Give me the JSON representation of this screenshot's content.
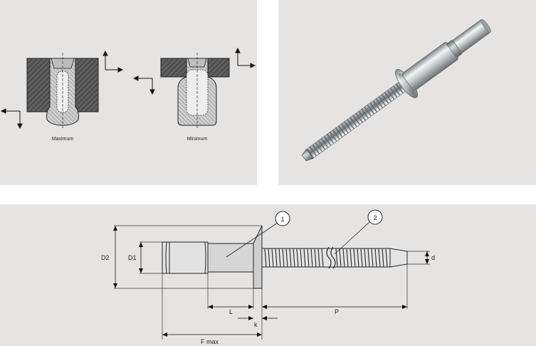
{
  "panels": {
    "installation": {
      "captions": {
        "maximum": "Maximum",
        "minimum": "Minimum"
      }
    },
    "photo": {
      "subject": "structural blind rivet with mandrel"
    },
    "drawing": {
      "callouts": {
        "one": "1",
        "two": "2"
      },
      "dimensions": {
        "d2": "D2",
        "d1": "D1",
        "d": "d",
        "l": "L",
        "p": "P",
        "k": "k",
        "fmax": "F max"
      }
    }
  },
  "colors": {
    "panel_bg": "#e6e4e3",
    "hatch_dark": "#4a4a4a",
    "metal_light": "#dcdcdc"
  }
}
